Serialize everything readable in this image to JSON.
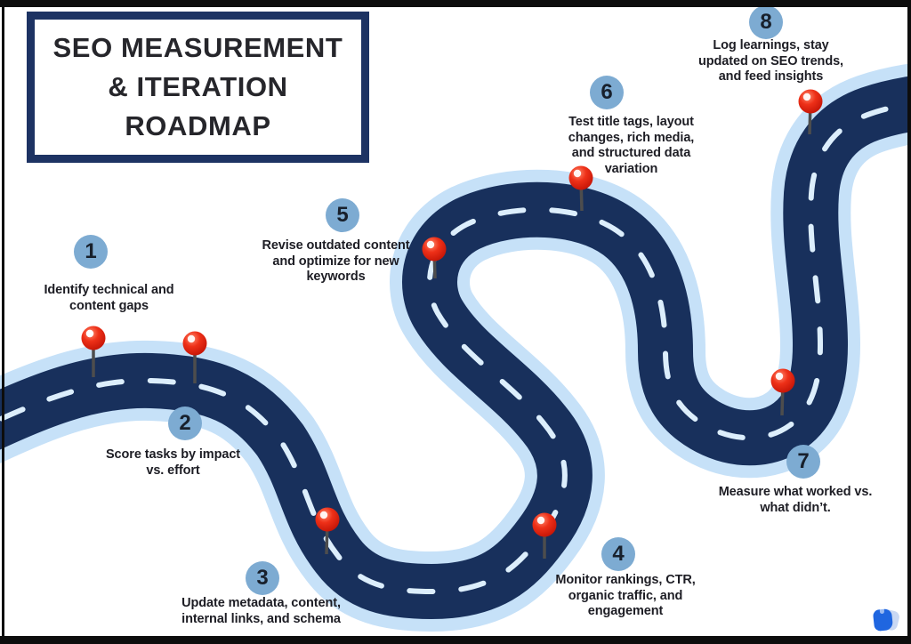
{
  "title": {
    "lines": [
      "SEO MEASUREMENT",
      "& ITERATION",
      "ROADMAP"
    ]
  },
  "steps": [
    {
      "number": "1",
      "lines": [
        "Identify technical and",
        "content gaps"
      ]
    },
    {
      "number": "2",
      "lines": [
        "Score tasks by impact",
        "vs. effort"
      ]
    },
    {
      "number": "3",
      "lines": [
        "Update metadata, content,",
        "internal links, and schema"
      ]
    },
    {
      "number": "4",
      "lines": [
        "Monitor rankings, CTR,",
        "organic traffic, and",
        "engagement"
      ]
    },
    {
      "number": "5",
      "lines": [
        "Revise outdated content",
        "and optimize for new",
        "keywords"
      ]
    },
    {
      "number": "6",
      "lines": [
        "Test title tags, layout",
        "changes, rich media,",
        "and structured data",
        "variation"
      ]
    },
    {
      "number": "7",
      "lines": [
        "Measure what worked vs.",
        "what didn’t."
      ]
    },
    {
      "number": "8",
      "lines": [
        "Log learnings, stay",
        "updated on SEO trends,",
        "and feed insights"
      ]
    }
  ],
  "colors": {
    "road_navy": "#18305c",
    "road_casing_blue": "#c6e1f8",
    "lane_dash": "#dceefc",
    "step_circle_blue": "#7dabd2",
    "pin_red": "#e8241a",
    "pin_stem_gray": "#4d4d4d",
    "title_border_navy": "#1d3363",
    "text_dark": "#1d1d24",
    "background": "#ffffff",
    "logo_blue": "#1f66e0"
  },
  "icons": {
    "pin": "map-pin-icon",
    "logo": "brand-logo"
  }
}
